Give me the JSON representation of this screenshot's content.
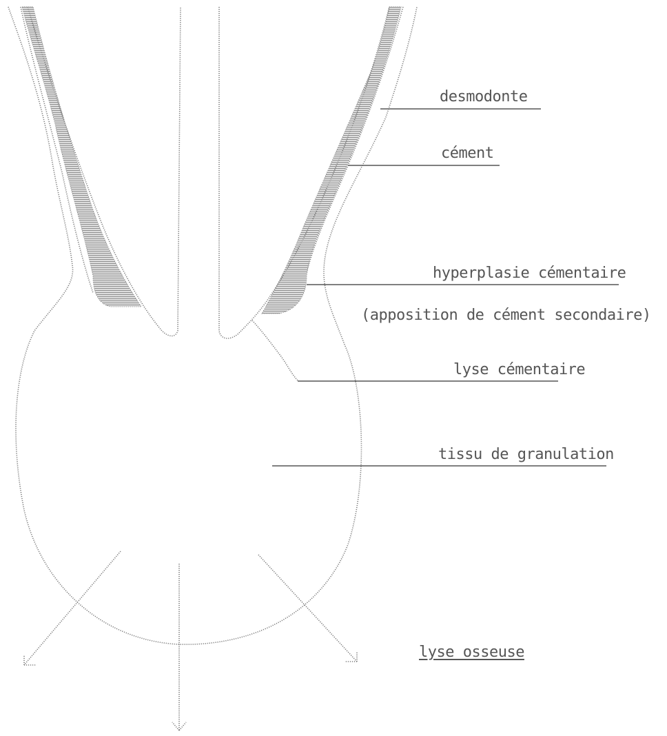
{
  "labels": {
    "desmodonte": "desmodonte",
    "cement": "cément",
    "hyperplasie": "hyperplasie cémentaire",
    "apposition": "(apposition de cément secondaire)",
    "lyse_cementaire": "lyse cémentaire",
    "tissu": "tissu de granulation",
    "lyse_osseuse": "lyse osseuse"
  },
  "colors": {
    "line": "#7a7a7a",
    "hatch": "#9a9a9a",
    "text": "#555555"
  }
}
